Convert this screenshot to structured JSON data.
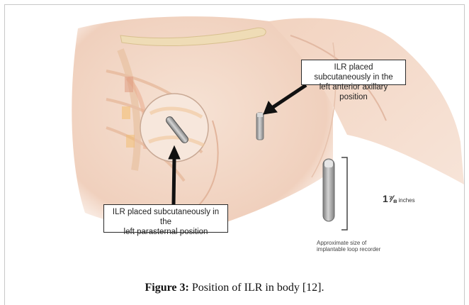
{
  "figure": {
    "callout_axillary": {
      "line1": "ILR placed subcutaneously in the",
      "line2": "left anterior axillary position"
    },
    "callout_parasternal": {
      "line1": "ILR placed subcutaneously in the",
      "line2": "left parasternal position"
    },
    "device_size": {
      "value": "1⅞",
      "unit": "inches",
      "caption_line1": "Approximate size of",
      "caption_line2": "implantable loop recorder"
    }
  },
  "caption": {
    "label": "Figure 3:",
    "text": " Position of ILR in body [12]."
  },
  "colors": {
    "skin": "#f3d9c8",
    "skin_shadow": "#e8bfa8",
    "callout_border": "#2a2a2a",
    "device": "#9a9a9a"
  }
}
